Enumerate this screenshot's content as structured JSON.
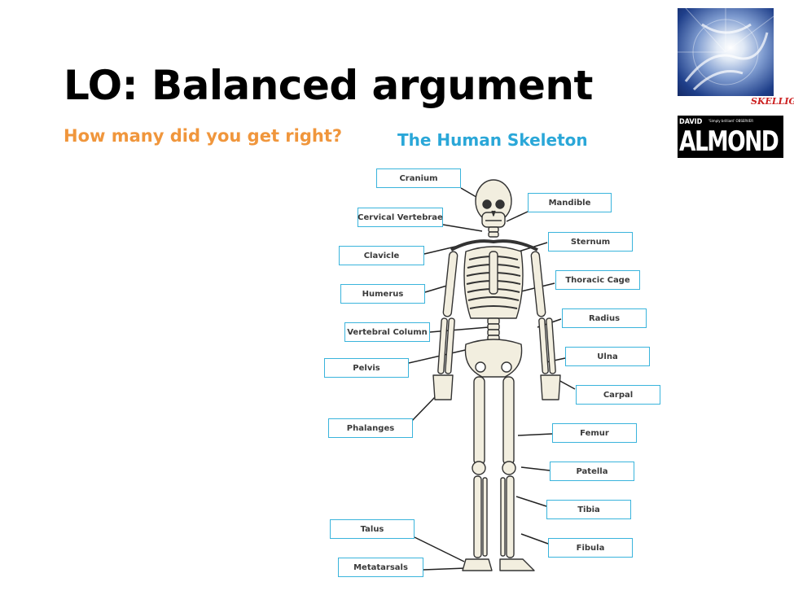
{
  "slide": {
    "title": "LO: Balanced argument",
    "subtitle": "How many did you get right?"
  },
  "diagram": {
    "title": "The Human Skeleton",
    "labels": [
      {
        "id": "cranium",
        "text": "Cranium"
      },
      {
        "id": "mandible",
        "text": "Mandible"
      },
      {
        "id": "cervical-vertebrae",
        "text": "Cervical Vertebrae"
      },
      {
        "id": "sternum",
        "text": "Sternum"
      },
      {
        "id": "clavicle",
        "text": "Clavicle"
      },
      {
        "id": "thoracic-cage",
        "text": "Thoracic Cage"
      },
      {
        "id": "humerus",
        "text": "Humerus"
      },
      {
        "id": "radius",
        "text": "Radius"
      },
      {
        "id": "vertebral-column",
        "text": "Vertebral Column"
      },
      {
        "id": "ulna",
        "text": "Ulna"
      },
      {
        "id": "pelvis",
        "text": "Pelvis"
      },
      {
        "id": "carpal",
        "text": "Carpal"
      },
      {
        "id": "phalanges",
        "text": "Phalanges"
      },
      {
        "id": "femur",
        "text": "Femur"
      },
      {
        "id": "patella",
        "text": "Patella"
      },
      {
        "id": "tibia",
        "text": "Tibia"
      },
      {
        "id": "talus",
        "text": "Talus"
      },
      {
        "id": "fibula",
        "text": "Fibula"
      },
      {
        "id": "metatarsals",
        "text": "Metatarsals"
      }
    ]
  },
  "book_cover": {
    "series": "SKELLIG",
    "author_first": "DAVID",
    "author_last": "ALMOND",
    "quote": "'Simply brilliant' OBSERVER"
  },
  "colors": {
    "title": "#000000",
    "subtitle": "#f0963c",
    "diagram_title": "#2aa7d8",
    "label_border": "#3ab4dc"
  }
}
